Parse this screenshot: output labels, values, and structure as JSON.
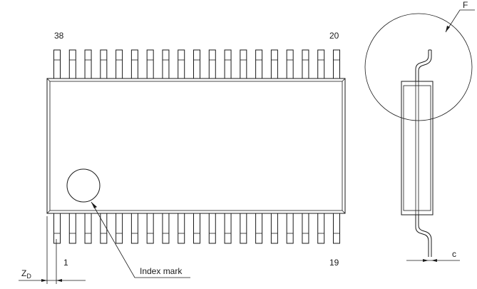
{
  "labels": {
    "pin_top_left": "38",
    "pin_top_right": "20",
    "pin_bottom_left": "1",
    "pin_bottom_right": "19",
    "index_mark": "Index mark",
    "zd_main": "Z",
    "zd_sub": "D",
    "detail": "F",
    "thickness": "c"
  },
  "package": {
    "pins_per_side": 19
  }
}
